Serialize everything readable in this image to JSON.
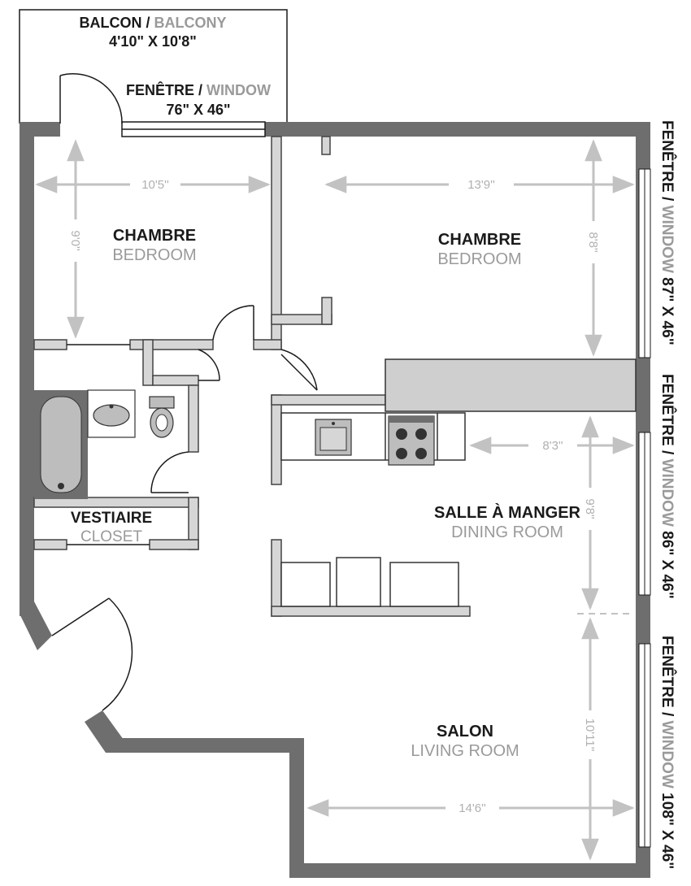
{
  "balcony": {
    "label_fr": "BALCON",
    "sep": " / ",
    "label_en": "BALCONY",
    "size": "4'10\" X 10'8\""
  },
  "top_window": {
    "label_fr": "FENÊTRE",
    "sep": " / ",
    "label_en": "WINDOW",
    "size": "76\" X 46\""
  },
  "rooms": {
    "bedroom1": {
      "fr": "CHAMBRE",
      "en": "BEDROOM"
    },
    "bedroom2": {
      "fr": "CHAMBRE",
      "en": "BEDROOM"
    },
    "dining": {
      "fr": "SALLE À MANGER",
      "en": "DINING ROOM"
    },
    "living": {
      "fr": "SALON",
      "en": "LIVING ROOM"
    },
    "closet": {
      "fr": "VESTIAIRE",
      "en": "CLOSET"
    }
  },
  "dimensions": {
    "bed1_width": "10'5''",
    "bed1_depth": "9'0''",
    "bed2_width": "13'9''",
    "bed2_depth": "8'8''",
    "dining_width": "8'3''",
    "dining_depth": "9'8''",
    "living_depth": "10'11''",
    "living_width": "14'6''"
  },
  "side_windows": [
    {
      "label_fr": "FENÊTRE",
      "sep": " / ",
      "label_en": "WINDOW",
      "size": " 87\" X 46\""
    },
    {
      "label_fr": "FENÊTRE",
      "sep": " / ",
      "label_en": "WINDOW",
      "size": " 86\" X 46\""
    },
    {
      "label_fr": "FENÊTRE",
      "sep": " / ",
      "label_en": "WINDOW",
      "size": " 108\" X 46\""
    }
  ],
  "colors": {
    "wall": "#6e6e6e",
    "wall_inner": "#d6d6d6",
    "dimension": "#c2c2c2",
    "counter": "#cfcfcf"
  }
}
